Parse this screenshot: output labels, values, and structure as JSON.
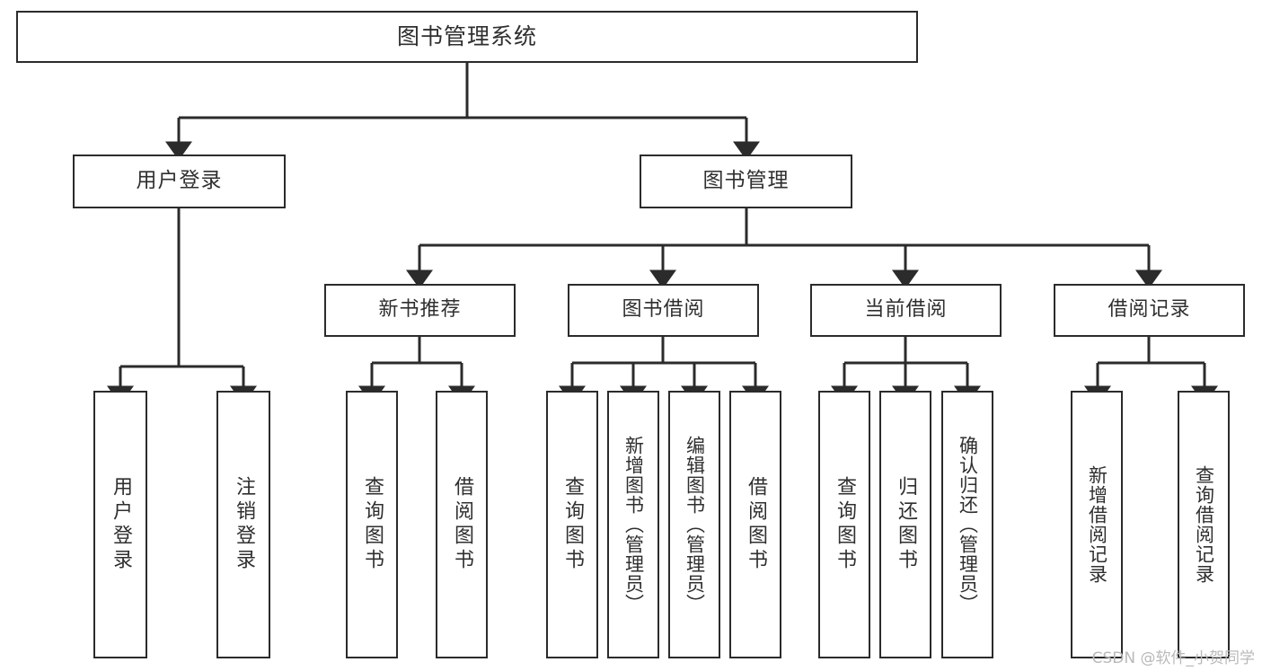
{
  "diagram": {
    "type": "tree-hierarchy-chart",
    "title": "图书管理系统",
    "watermark": "CSDN @软件_小贺同学",
    "colors": {
      "background": "#ffffff",
      "border": "#2b2b2b",
      "text": "#2f2f2f",
      "connector": "#2b2b2b",
      "watermark": "#b9b9b9"
    },
    "root": {
      "id": "root",
      "label": "图书管理系统"
    },
    "level1": [
      {
        "id": "user-login",
        "label": "用户登录"
      },
      {
        "id": "book-management",
        "label": "图书管理"
      }
    ],
    "level2": [
      {
        "id": "new-book-recommend",
        "label": "新书推荐",
        "parent": "book-management"
      },
      {
        "id": "book-borrow",
        "label": "图书借阅",
        "parent": "book-management"
      },
      {
        "id": "current-borrow",
        "label": "当前借阅",
        "parent": "book-management"
      },
      {
        "id": "borrow-record",
        "label": "借阅记录",
        "parent": "book-management"
      }
    ],
    "leaves": [
      {
        "id": "leaf-user-login",
        "label": "用户登录",
        "parent": "user-login"
      },
      {
        "id": "leaf-logout-login",
        "label": "注销登录",
        "parent": "user-login"
      },
      {
        "id": "leaf-query-book-1",
        "label": "查询图书",
        "parent": "new-book-recommend"
      },
      {
        "id": "leaf-borrow-book-1",
        "label": "借阅图书",
        "parent": "new-book-recommend"
      },
      {
        "id": "leaf-query-book-2",
        "label": "查询图书",
        "parent": "book-borrow"
      },
      {
        "id": "leaf-add-book",
        "label": "新增图书（管理员）",
        "parent": "book-borrow"
      },
      {
        "id": "leaf-edit-book",
        "label": "编辑图书（管理员）",
        "parent": "book-borrow"
      },
      {
        "id": "leaf-borrow-book-2",
        "label": "借阅图书",
        "parent": "book-borrow"
      },
      {
        "id": "leaf-query-book-3",
        "label": "查询图书",
        "parent": "current-borrow"
      },
      {
        "id": "leaf-return-book",
        "label": "归还图书",
        "parent": "current-borrow"
      },
      {
        "id": "leaf-confirm-return",
        "label": "确认归还（管理员）",
        "parent": "current-borrow"
      },
      {
        "id": "leaf-add-record",
        "label": "新增借阅记录",
        "parent": "borrow-record"
      },
      {
        "id": "leaf-query-record",
        "label": "查询借阅记录",
        "parent": "borrow-record"
      }
    ]
  }
}
